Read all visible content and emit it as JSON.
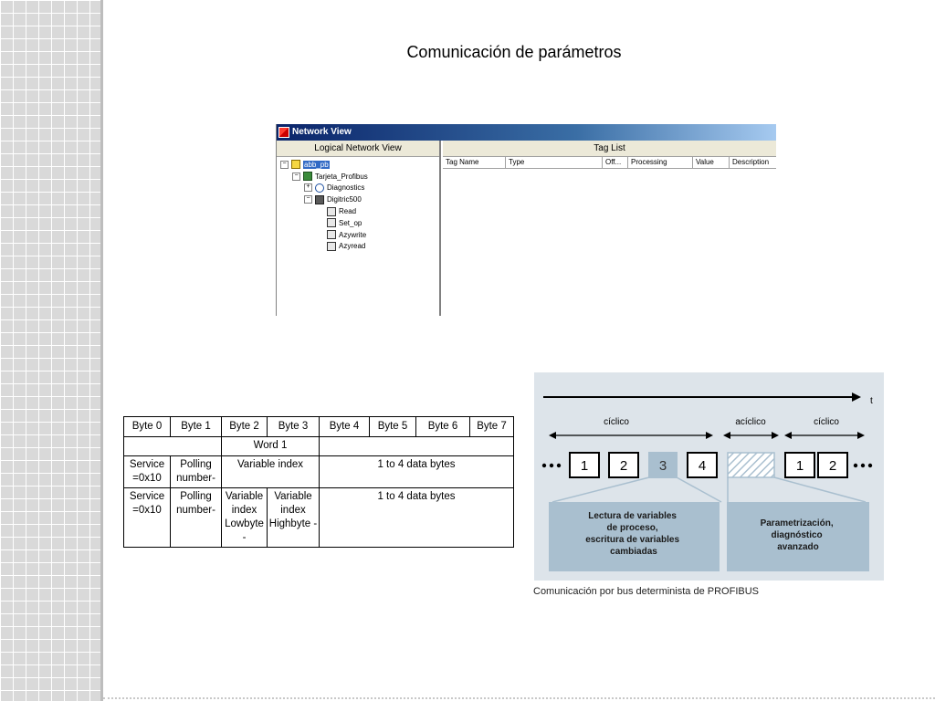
{
  "slide": {
    "title": "Comunicación de parámetros"
  },
  "network_view": {
    "window_title": "Network View",
    "left_pane_title": "Logical Network View",
    "right_pane_title": "Tag List",
    "tree": [
      {
        "label": "abb_pb",
        "expander": "−",
        "icon": "root-folder-icon",
        "selected": true
      },
      {
        "label": "Tarjeta_Profibus",
        "expander": "−",
        "icon": "card-icon"
      },
      {
        "label": "Diagnostics",
        "expander": "+",
        "icon": "diagnostics-icon"
      },
      {
        "label": "Digitric500",
        "expander": "−",
        "icon": "device-icon"
      },
      {
        "label": "Read",
        "icon": "object-icon"
      },
      {
        "label": "Set_op",
        "icon": "object-icon"
      },
      {
        "label": "Azywrite",
        "icon": "object-icon"
      },
      {
        "label": "Azyread",
        "icon": "object-icon"
      }
    ],
    "tag_columns": [
      "Tag Name",
      "Type",
      "Off...",
      "Processing",
      "Value",
      "Description"
    ]
  },
  "byte_table": {
    "headers": [
      "Byte 0",
      "Byte 1",
      "Byte 2",
      "Byte 3",
      "Byte 4",
      "Byte 5",
      "Byte 6",
      "Byte 7"
    ],
    "word_label": "Word 1",
    "row2": {
      "service": "Service\n=0x10",
      "polling": "Polling\nnumber-",
      "variable_index": "Variable index",
      "data_bytes": "1 to 4 data bytes"
    },
    "row3": {
      "service": "Service\n=0x10",
      "polling": "Polling\nnumber-",
      "var_low": "Variable\nindex\nLowbyte -",
      "var_high": "Variable\nindex\nHighbyte -",
      "data_bytes": "1 to 4 data bytes"
    }
  },
  "profibus_diagram": {
    "time_label": "t",
    "cyclic_label_1": "cíclico",
    "acyclic_label": "acíclico",
    "cyclic_label_2": "cíclico",
    "boxes": [
      "1",
      "2",
      "3",
      "4",
      "1",
      "2"
    ],
    "callout_left": [
      "Lectura de variables",
      "de proceso,",
      "escritura de variables",
      "cambiadas"
    ],
    "callout_right": [
      "Parametrización,",
      "diagnóstico",
      "avanzado"
    ],
    "caption": "Comunicación por bus determinista de PROFIBUS",
    "colors": {
      "background": "#dde4ea",
      "callout": "#a9bfcf",
      "highlight": "#a9bfcf"
    }
  }
}
